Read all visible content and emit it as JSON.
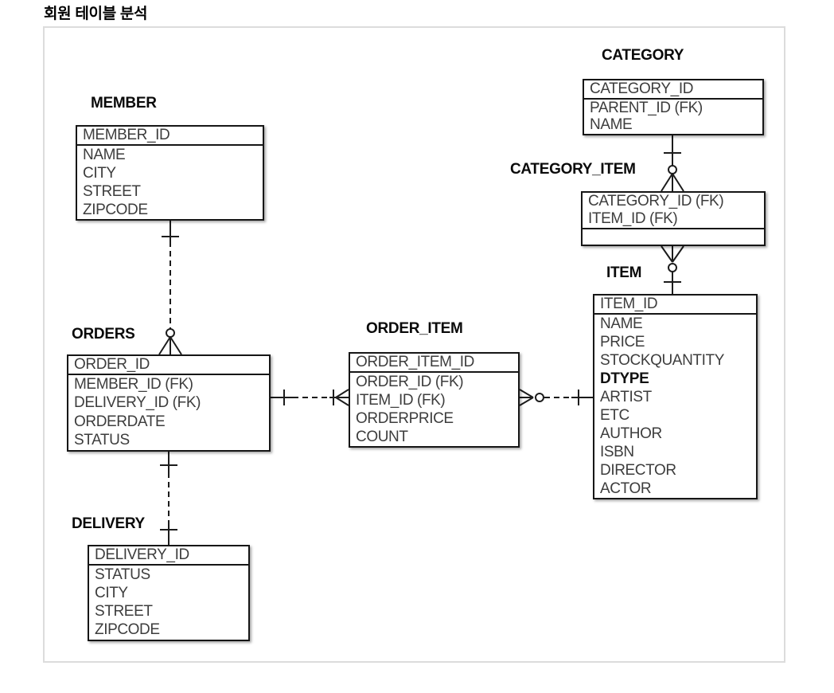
{
  "page_title": "회원 테이블 분석",
  "tables": {
    "member": {
      "title": "MEMBER",
      "key_rows": [
        "MEMBER_ID"
      ],
      "rows": [
        "NAME",
        "CITY",
        "STREET",
        "ZIPCODE"
      ]
    },
    "category": {
      "title": "CATEGORY",
      "key_rows": [
        "CATEGORY_ID"
      ],
      "rows": [
        "PARENT_ID (FK)",
        "NAME"
      ]
    },
    "category_item": {
      "title": "CATEGORY_ITEM",
      "key_rows": [
        "CATEGORY_ID (FK)",
        "ITEM_ID (FK)"
      ],
      "rows": []
    },
    "item": {
      "title": "ITEM",
      "key_rows": [
        "ITEM_ID"
      ],
      "rows": [
        "NAME",
        "PRICE",
        "STOCKQUANTITY",
        "DTYPE",
        "ARTIST",
        "ETC",
        "AUTHOR",
        "ISBN",
        "DIRECTOR",
        "ACTOR"
      ],
      "emphasized_row": "DTYPE"
    },
    "orders": {
      "title": "ORDERS",
      "key_rows": [
        "ORDER_ID"
      ],
      "rows": [
        "MEMBER_ID (FK)",
        "DELIVERY_ID (FK)",
        "ORDERDATE",
        "STATUS"
      ]
    },
    "order_item": {
      "title": "ORDER_ITEM",
      "key_rows": [
        "ORDER_ITEM_ID"
      ],
      "rows": [
        "ORDER_ID (FK)",
        "ITEM_ID (FK)",
        "ORDERPRICE",
        "COUNT"
      ]
    },
    "delivery": {
      "title": "DELIVERY",
      "key_rows": [
        "DELIVERY_ID"
      ],
      "rows": [
        "STATUS",
        "CITY",
        "STREET",
        "ZIPCODE"
      ]
    }
  },
  "relationships": [
    {
      "from": "MEMBER",
      "to": "ORDERS",
      "from_end": "one",
      "to_end": "zero-or-many",
      "line": "dashed"
    },
    {
      "from": "ORDERS",
      "to": "DELIVERY",
      "from_end": "one",
      "to_end": "one",
      "line": "dashed"
    },
    {
      "from": "ORDERS",
      "to": "ORDER_ITEM",
      "from_end": "one",
      "to_end": "one-or-many",
      "line": "dashed"
    },
    {
      "from": "ORDER_ITEM",
      "to": "ITEM",
      "from_end": "zero-or-many",
      "to_end": "one",
      "line": "dashed"
    },
    {
      "from": "CATEGORY",
      "to": "CATEGORY_ITEM",
      "from_end": "one",
      "to_end": "zero-or-many",
      "line": "solid"
    },
    {
      "from": "CATEGORY_ITEM",
      "to": "ITEM",
      "from_end": "zero-or-many",
      "to_end": "one",
      "line": "solid"
    }
  ],
  "colors": {
    "table_border": "#161616",
    "row_text": "#3d3d3d",
    "title_text": "#0a0a0a",
    "container_border": "#dcdcdc",
    "connector": "#1c1c1c",
    "background": "#ffffff"
  }
}
